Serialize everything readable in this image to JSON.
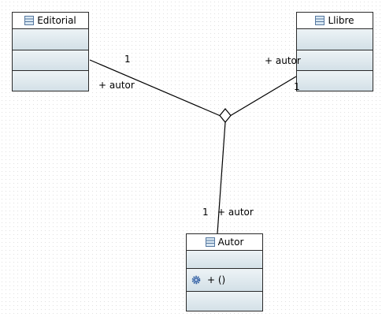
{
  "diagram": {
    "classes": {
      "editorial": {
        "name": "Editorial"
      },
      "llibre": {
        "name": "Llibre"
      },
      "autor": {
        "name": "Autor",
        "operation": "+ ()"
      }
    },
    "association": {
      "ends": {
        "editorial": {
          "multiplicity": "1",
          "role": "+ autor"
        },
        "llibre": {
          "multiplicity": "1",
          "role": "+ autor"
        },
        "autor": {
          "multiplicity": "1",
          "role": "+ autor"
        }
      }
    }
  }
}
